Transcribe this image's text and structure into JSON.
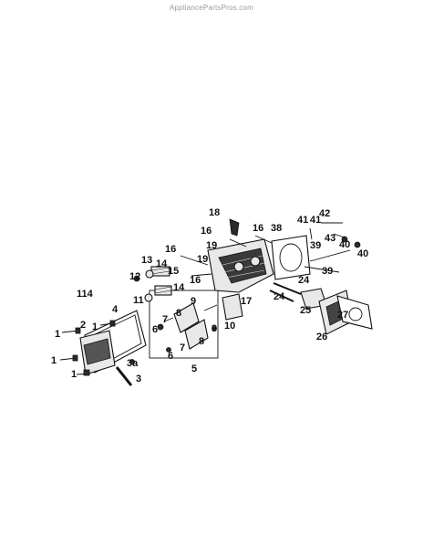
{
  "watermark": "AppliancePartsPros.com",
  "part_numbers": {
    "p1a": "1",
    "p1b": "1",
    "p1c": "1",
    "p1d": "1",
    "p2": "2",
    "p3": "3",
    "p3a": "3a",
    "p4": "4",
    "p5": "5",
    "p6a": "6",
    "p6b": "6",
    "p7a": "7",
    "p7b": "7",
    "p8a": "8",
    "p8b": "8",
    "p9a": "9",
    "p9b": "9",
    "p10": "10",
    "p11": "11",
    "p12": "12",
    "p13": "13",
    "p14a": "14",
    "p14b": "14",
    "p15": "15",
    "p16a": "16",
    "p16b": "16",
    "p16c": "16",
    "p16d": "16",
    "p17": "17",
    "p18": "18",
    "p19a": "19",
    "p19b": "19",
    "p24a": "24",
    "p24b": "24",
    "p25": "25",
    "p26": "26",
    "p27": "27",
    "p38": "38",
    "p39a": "39",
    "p39b": "39",
    "p40a": "40",
    "p40b": "40",
    "p41a": "41",
    "p41b": "41",
    "p42": "42",
    "p43": "43",
    "p114": "114"
  }
}
